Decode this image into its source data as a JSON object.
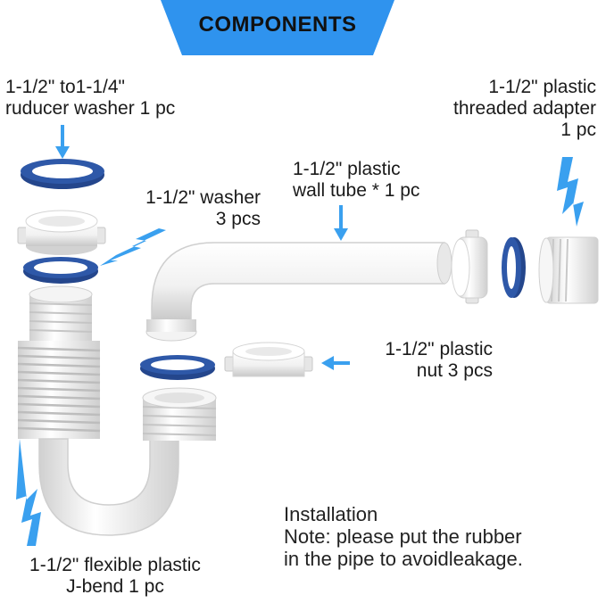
{
  "banner": {
    "title": "COMPONENTS"
  },
  "labels": {
    "reducer_washer": [
      "1-1/2\" to1-1/4\"",
      "ruducer washer 1 pc"
    ],
    "washer": [
      "1-1/2\" washer",
      "3 pcs"
    ],
    "wall_tube": [
      "1-1/2\" plastic",
      "wall tube * 1 pc"
    ],
    "threaded_adapter": [
      "1-1/2\" plastic",
      "threaded adapter",
      "1 pc"
    ],
    "nut": [
      "1-1/2\" plastic",
      "nut 3 pcs"
    ],
    "j_bend": [
      "1-1/2\" flexible plastic",
      "J-bend 1 pc"
    ]
  },
  "note": {
    "line1": "Installation",
    "line2": "Note: please put the rubber",
    "line3": "in the pipe to avoidleakage."
  },
  "colors": {
    "banner": "#2f93ee",
    "arrow": "#3aa0ef",
    "washer_blue": "#24468c",
    "plastic": "#f2f2f2",
    "plastic_shadow": "#c9c9c9"
  }
}
